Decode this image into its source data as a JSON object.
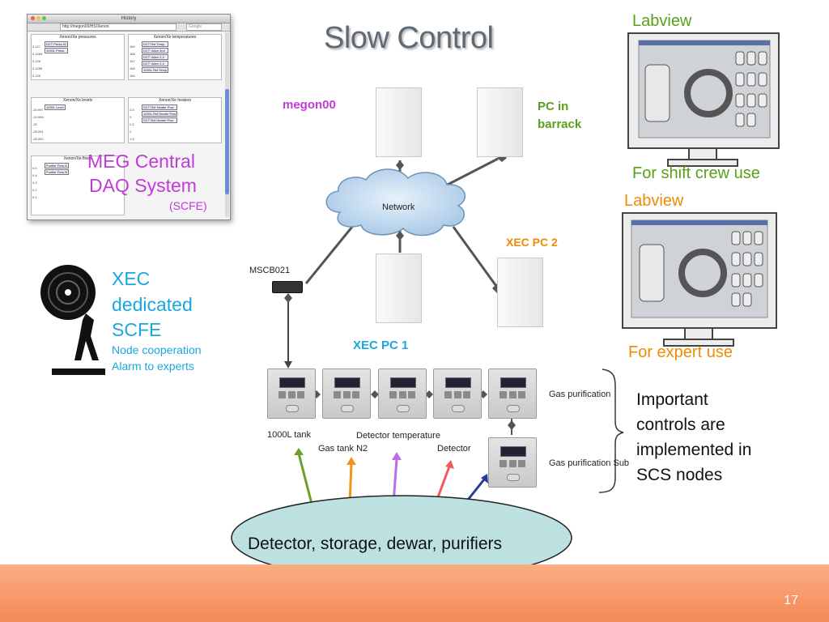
{
  "title": "Slow Control",
  "history_window": {
    "window_title": "History",
    "url": "http://megon00/HS/Xenon",
    "search_placeholder": "Google",
    "plots": [
      {
        "title": "Xenon/Xe pressures",
        "legend": [
          "DCT Press #1",
          "1000L Press"
        ],
        "yticks": [
          "0.127",
          "0.1265",
          "0.126",
          "0.1255",
          "0.125"
        ]
      },
      {
        "title": "Xenon/Xe temperatures",
        "legend": [
          "DCT Ref Temp",
          "DCT Valve 2nd",
          "DCT Valve 2-3",
          "DCT Valve 2-4",
          "1000L Ref Temp"
        ],
        "yticks": [
          "169",
          "168",
          "167",
          "166",
          "165"
        ]
      },
      {
        "title": "Xenon/Xe levels",
        "legend": [
          "1000L Level"
        ],
        "yticks": [
          "-24.997",
          "-24.998",
          "-25",
          "-25.001",
          "-25.002"
        ]
      },
      {
        "title": "Xenon/Xe heaters",
        "legend": [
          "DCT Ref Heater Pow",
          "1000L Ref Heater Pow",
          "DCT Bot Heater Pow"
        ],
        "yticks": [
          "3.5",
          "3",
          "2.5",
          "2",
          "1.5"
        ]
      },
      {
        "title": "Xenon/Xe flows",
        "legend": [
          "Purifier Flow A",
          "Purifier Flow B"
        ],
        "yticks": [
          "0.5",
          "0.4",
          "0.3",
          "0.2",
          "0.1"
        ]
      }
    ],
    "caption_line1": "MEG Central",
    "caption_line2": "DAQ System",
    "caption_sub": "(SCFE)"
  },
  "labels": {
    "megon00": "megon00",
    "pc_barrack": "PC in\nbarrack",
    "network": "Network",
    "xec_pc2": "XEC PC 2",
    "xec_pc1": "XEC PC 1",
    "mscb": "MSCB021",
    "labview1": "Labview",
    "shift_use": "For shift crew use",
    "labview2": "Labview",
    "expert_use": "For expert use"
  },
  "scfe": {
    "line1": "XEC",
    "line2": "dedicated",
    "line3": "SCFE",
    "sub1": "Node cooperation",
    "sub2": "Alarm to experts"
  },
  "nodes": {
    "tank": "1000L tank",
    "gas_n2": "Gas tank N2",
    "det_temp": "Detector temperature",
    "detector": "Detector",
    "gas_pur": "Gas purification",
    "gas_pur_sub": "Gas purification Sub"
  },
  "important": [
    "Important",
    "controls are",
    "implemented in",
    "SCS nodes"
  ],
  "ellipse_text": "Detector, storage, dewar, purifiers",
  "page_number": "17",
  "colors": {
    "magenta": "#c23ad8",
    "green": "#5a9f19",
    "orange": "#f08a00",
    "cyan": "#1aa7df",
    "footer": "#f7905c",
    "ellipse": "#bde0e0"
  }
}
